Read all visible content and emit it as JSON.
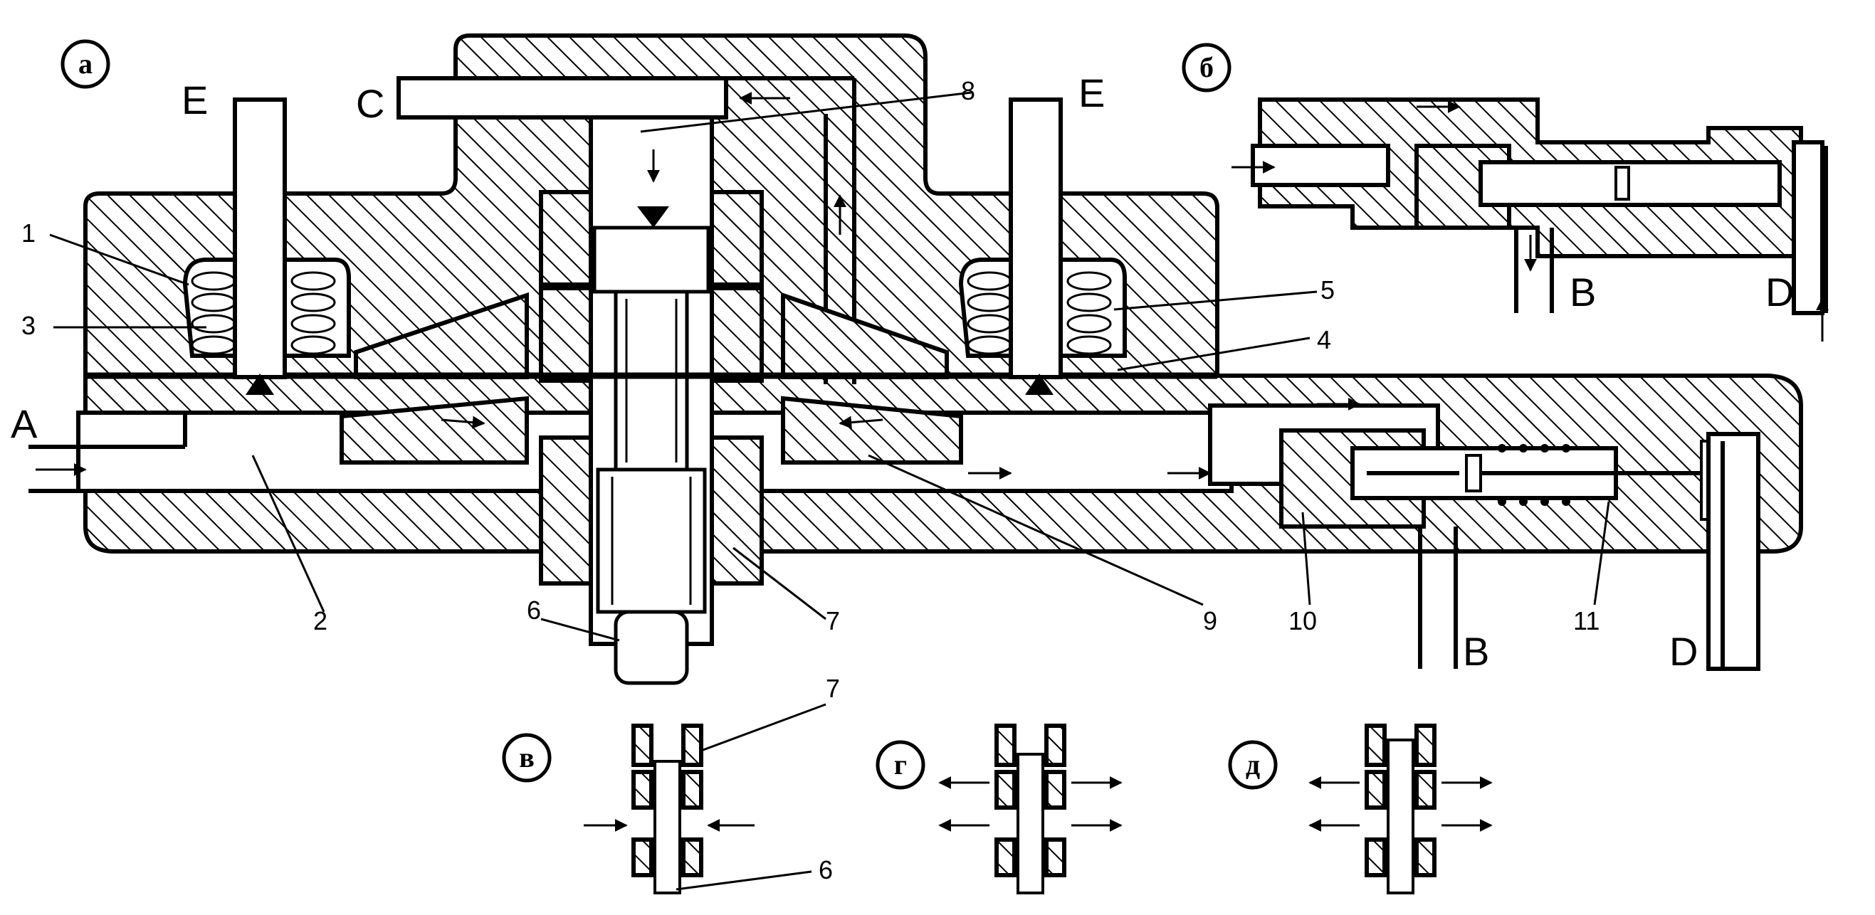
{
  "panel_labels": {
    "a": "а",
    "b": "б",
    "v": "в",
    "g": "г",
    "d": "д"
  },
  "port_labels": {
    "A": "A",
    "C": "C",
    "E_left": "E",
    "E_right": "E",
    "B_main": "B",
    "D_main": "D",
    "B_inset": "B",
    "D_inset": "D"
  },
  "part_numbers": {
    "n1": "1",
    "n2": "2",
    "n3": "3",
    "n4": "4",
    "n5": "5",
    "n6": "6",
    "n7": "7",
    "n8": "8",
    "n9": "9",
    "n10": "10",
    "n11": "11",
    "n7_detail": "7",
    "n6_detail": "6"
  },
  "colors": {
    "ink": "#000000",
    "paper": "#ffffff"
  }
}
